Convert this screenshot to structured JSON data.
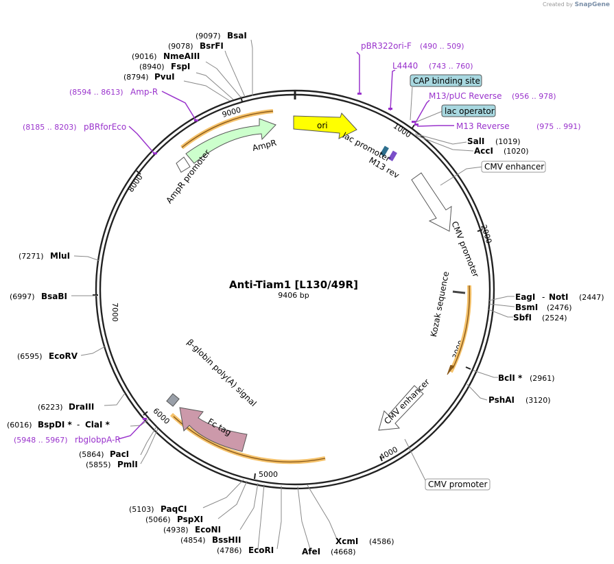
{
  "credit": {
    "prefix": "Created by",
    "brand": "SnapGene"
  },
  "plasmid": {
    "name": "Anti-Tiam1 [L130/49R]",
    "size_label": "9406 bp",
    "length": 9406
  },
  "ticks": [
    "1000",
    "2000",
    "3000",
    "4000",
    "5000",
    "6000",
    "7000",
    "8000",
    "9000"
  ],
  "feature_labels": {
    "ori": "ori",
    "ampr": "AmpR",
    "ampr_promoter": "AmpR promoter",
    "lac_promoter": "lac promoter",
    "m13_rev": "M13 rev",
    "cmv_promoter_inner": "CMV promoter",
    "kozak": "Kozak sequence",
    "cmv_enhancer_inner": "CMV enhancer",
    "fc_tag": "Fc tag",
    "polyA": "β-globin poly(A) signal"
  },
  "boxed_labels": {
    "cap": "CAP binding site",
    "lac_operator": "lac operator",
    "cmv_enhancer": "CMV enhancer",
    "cmv_promoter": "CMV promoter"
  },
  "primers": [
    {
      "name": "pBR322ori-F",
      "range": "(490 .. 509)"
    },
    {
      "name": "L4440",
      "range": "(743 .. 760)"
    },
    {
      "name": "M13/pUC Reverse",
      "range": "(956 .. 978)"
    },
    {
      "name": "M13 Reverse",
      "range": "(975 .. 991)"
    },
    {
      "name": "Amp-R",
      "range": "(8594 .. 8613)"
    },
    {
      "name": "pBRforEco",
      "range": "(8185 .. 8203)"
    },
    {
      "name": "rbglobpA-R",
      "range": "(5948 .. 5967)"
    }
  ],
  "enzymes": [
    {
      "name": "SalI",
      "pos": "(1019)"
    },
    {
      "name": "AccI",
      "pos": "(1020)"
    },
    {
      "name": "EagI",
      "name2": "NotI",
      "pos": "(2447)"
    },
    {
      "name": "BsmI",
      "pos": "(2476)"
    },
    {
      "name": "SbfI",
      "pos": "(2524)"
    },
    {
      "name": "BclI *",
      "pos": "(2961)"
    },
    {
      "name": "PshAI",
      "pos": "(3120)"
    },
    {
      "name": "XcmI",
      "pos": "(4586)"
    },
    {
      "name": "AfeI",
      "pos": "(4668)"
    },
    {
      "name": "EcoRI",
      "pos": "(4786)"
    },
    {
      "name": "BssHII",
      "pos": "(4854)"
    },
    {
      "name": "EcoNI",
      "pos": "(4938)"
    },
    {
      "name": "PspXI",
      "pos": "(5066)"
    },
    {
      "name": "PaqCI",
      "pos": "(5103)"
    },
    {
      "name": "PmlI",
      "pos": "(5855)"
    },
    {
      "name": "PacI",
      "pos": "(5864)"
    },
    {
      "name": "BspDI *",
      "name2": "ClaI *",
      "pos": "(6016)"
    },
    {
      "name": "DraIII",
      "pos": "(6223)"
    },
    {
      "name": "EcoRV",
      "pos": "(6595)"
    },
    {
      "name": "BsaBI",
      "pos": "(6997)"
    },
    {
      "name": "MluI",
      "pos": "(7271)"
    },
    {
      "name": "PvuI",
      "pos": "(8794)"
    },
    {
      "name": "FspI",
      "pos": "(8940)"
    },
    {
      "name": "NmeAIII",
      "pos": "(9016)"
    },
    {
      "name": "BsrFI",
      "pos": "(9078)"
    },
    {
      "name": "BsaI",
      "pos": "(9097)"
    }
  ],
  "colors": {
    "primer": "#9932cc",
    "ori": "#ffff00",
    "ampr": "#ccffcc",
    "fc": "#cc99aa",
    "orf_highlight": "#f5c26b",
    "box_fill": "#a8d8e0"
  }
}
